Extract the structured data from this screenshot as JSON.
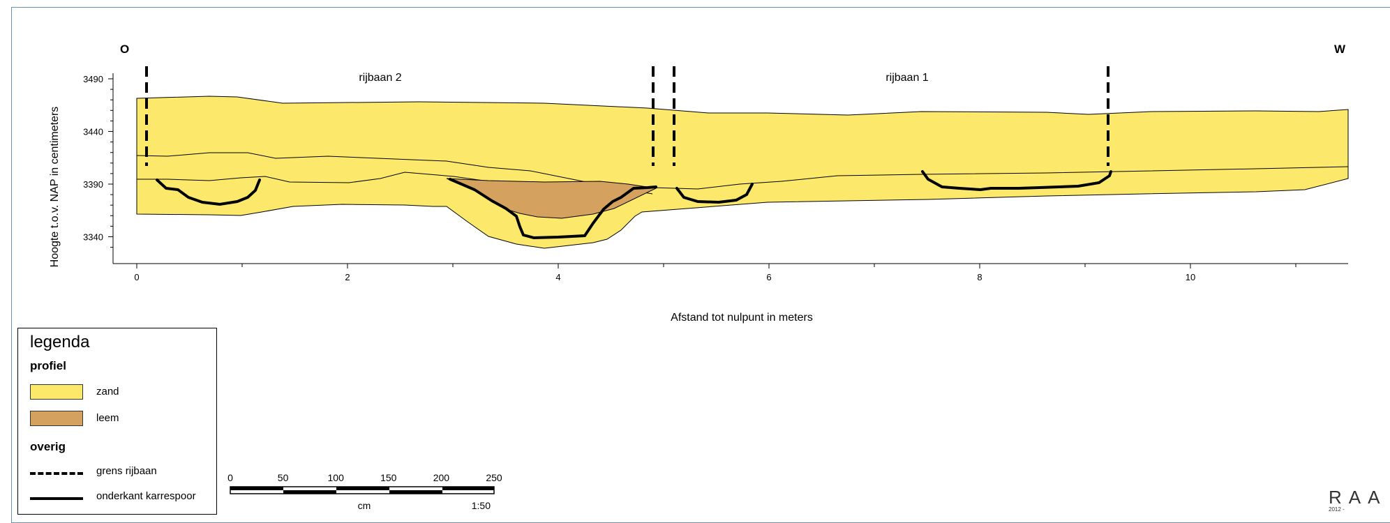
{
  "orientation": {
    "left": "O",
    "right": "W"
  },
  "road_labels": [
    "rijbaan 2",
    "rijbaan 1"
  ],
  "axes": {
    "ylabel": "Hoogte t.o.v. NAP in centimeters",
    "xlabel": "Afstand tot nulpunt in meters",
    "y_ticks": [
      "3490",
      "3440",
      "3390",
      "3340"
    ],
    "x_ticks": [
      "0",
      "2",
      "4",
      "6",
      "8",
      "10"
    ],
    "x_range_m": [
      -0.25,
      11.75
    ],
    "y_range_cm": [
      3322,
      3504
    ]
  },
  "profile": {
    "road_boundaries_m": [
      0.1,
      4.88,
      5.08,
      9.2
    ],
    "layers": [
      {
        "material": "zand",
        "color": "#fce86a"
      },
      {
        "material": "leem",
        "color": "#d4a25e"
      }
    ]
  },
  "legend": {
    "title": "legenda",
    "section_profile": "profiel",
    "items_profile": [
      {
        "label": "zand",
        "color": "#fce86a"
      },
      {
        "label": "leem",
        "color": "#d4a25e"
      }
    ],
    "section_other": "overig",
    "items_other": [
      {
        "label": "grens rijbaan",
        "style": "dashed"
      },
      {
        "label": "onderkant karrespoor",
        "style": "solid"
      }
    ]
  },
  "scalebar": {
    "labels": [
      "0",
      "50",
      "100",
      "150",
      "200",
      "250"
    ],
    "unit": "cm",
    "scale": "1:50"
  },
  "logo": {
    "text": "RAA",
    "subtext": "2012 -"
  }
}
